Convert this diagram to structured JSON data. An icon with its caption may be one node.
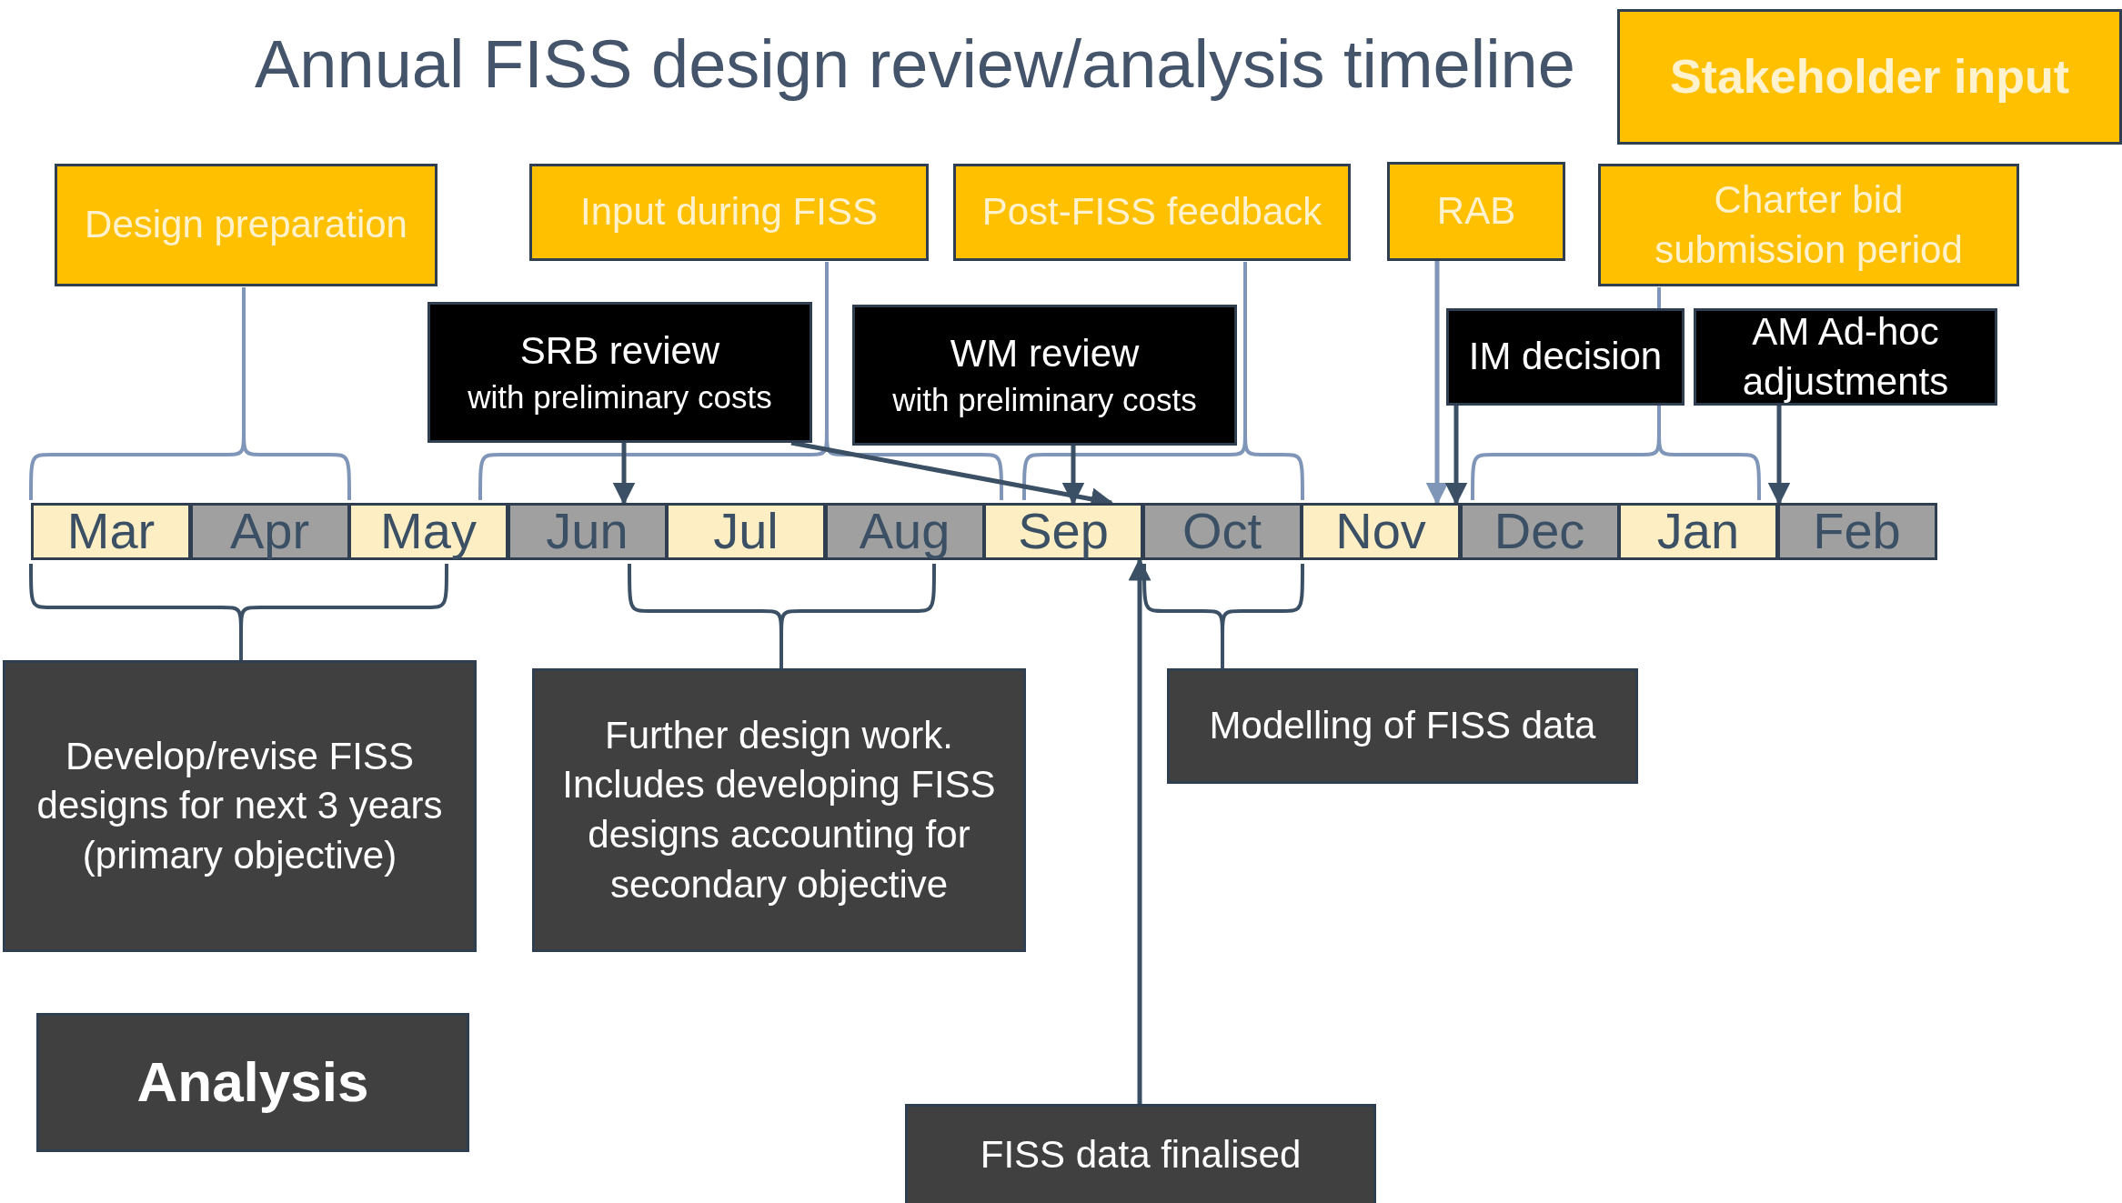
{
  "diagram": {
    "title": "Annual FISS design review/analysis timeline",
    "nodes": [
      {
        "text": [
          "Stakeholder input"
        ]
      },
      {
        "text": [
          "Design preparation"
        ]
      },
      {
        "text": [
          "Input during FISS"
        ]
      },
      {
        "text": [
          "Post-FISS feedback"
        ]
      },
      {
        "text": [
          "RAB"
        ]
      },
      {
        "text": [
          "Charter bid submission period"
        ]
      },
      {
        "text": [
          "SRB review",
          "with preliminary costs"
        ]
      },
      {
        "text": [
          "WM review",
          "with preliminary costs"
        ]
      },
      {
        "text": [
          "IM decision"
        ]
      },
      {
        "text": [
          "AM Ad-hoc adjustments"
        ]
      },
      {
        "text": [
          "Mar"
        ]
      },
      {
        "text": [
          "Apr"
        ]
      },
      {
        "text": [
          "May"
        ]
      },
      {
        "text": [
          "Jun"
        ]
      },
      {
        "text": [
          "Jul"
        ]
      },
      {
        "text": [
          "Aug"
        ]
      },
      {
        "text": [
          "Sep"
        ]
      },
      {
        "text": [
          "Oct"
        ]
      },
      {
        "text": [
          "Nov"
        ]
      },
      {
        "text": [
          "Dec"
        ]
      },
      {
        "text": [
          "Jan"
        ]
      },
      {
        "text": [
          "Feb"
        ]
      },
      {
        "text": [
          "Develop/revise FISS designs for next 3 years (primary objective)"
        ]
      },
      {
        "text": [
          "Further design work. Includes developing FISS designs accounting for secondary objective"
        ]
      },
      {
        "text": [
          "Modelling of FISS data"
        ]
      },
      {
        "text": [
          "Analysis"
        ]
      },
      {
        "text": [
          "FISS data finalised"
        ]
      }
    ],
    "edges": [
      {
        "from": 6,
        "to": 13,
        "arrow": "to"
      },
      {
        "from": 6,
        "to": 16,
        "arrow": "to"
      },
      {
        "from": 7,
        "to": 16,
        "arrow": "to"
      },
      {
        "from": 4,
        "to": 18,
        "arrow": "to",
        "color": "#8096b8"
      },
      {
        "from": 8,
        "to": 18,
        "arrow": "to"
      },
      {
        "from": 9,
        "to": 21,
        "arrow": "to"
      },
      {
        "from": 26,
        "to": 16,
        "arrow": "to"
      }
    ]
  }
}
